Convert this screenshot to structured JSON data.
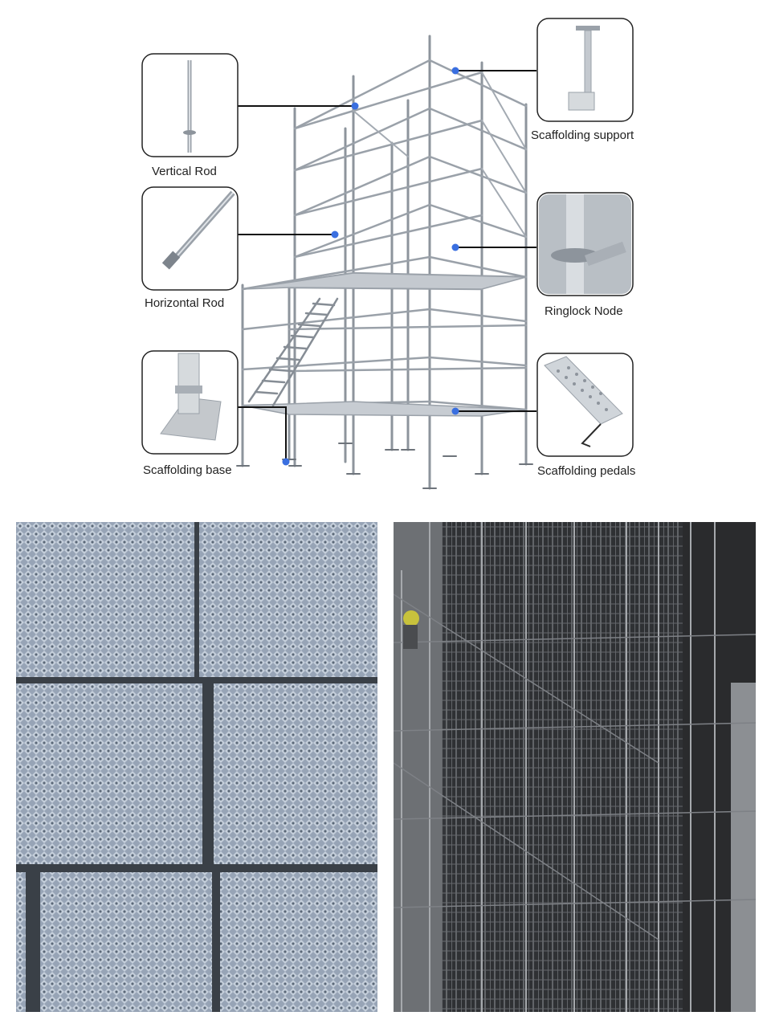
{
  "labels": {
    "vertical_rod": "Vertical Rod",
    "horizontal_rod": "Horizontal Rod",
    "scaffolding_base": "Scaffolding base",
    "scaffolding_support": "Scaffolding support",
    "ringlock_node": "Ringlock Node",
    "scaffolding_pedals": "Scaffolding pedals"
  },
  "colors": {
    "accent_dot": "#3a6fe0",
    "leader_line": "#111111",
    "steel": "#a9afb6",
    "steel_dark": "#6e747b"
  },
  "photos": {
    "bottom_left": "galvanized-anti-slip-plates",
    "bottom_right": "scaffolding-on-building-site"
  }
}
